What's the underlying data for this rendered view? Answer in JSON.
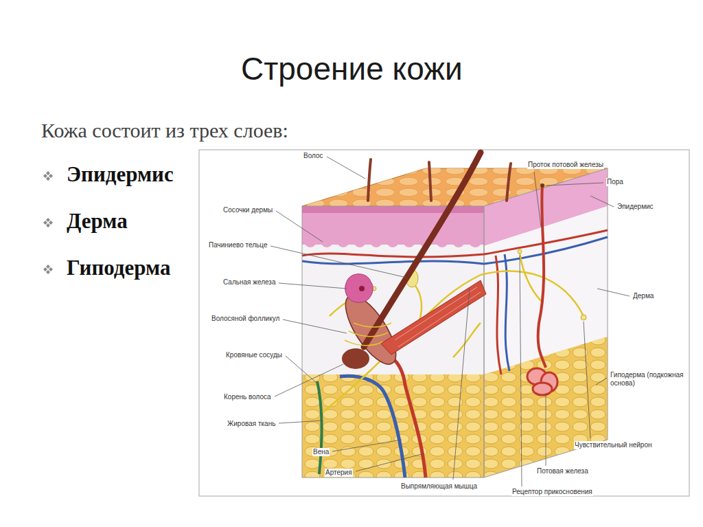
{
  "diagram": {
    "title": "Строение кожи",
    "labels": [
      "Кожа состоит из трех слоев:",
      "Эпидермис",
      "Дерма",
      "Гиподерма",
      "Волос",
      "Сосочки дермы",
      "Пачиниево тельце",
      "Сальная железа",
      "Волосяной фолликул",
      "Кровяные сосуды",
      "Корень волоса",
      "Жировая ткань",
      "Вена",
      "Артерия",
      "Выпрямляющая мышца",
      "Проток потовой железы",
      "Пора",
      "Эпидермис",
      "Дерма",
      "Гиподерма (подкожная основа)",
      "Чувствительный нейрон",
      "Потовая железа",
      "Рецептор прикосновения"
    ]
  }
}
